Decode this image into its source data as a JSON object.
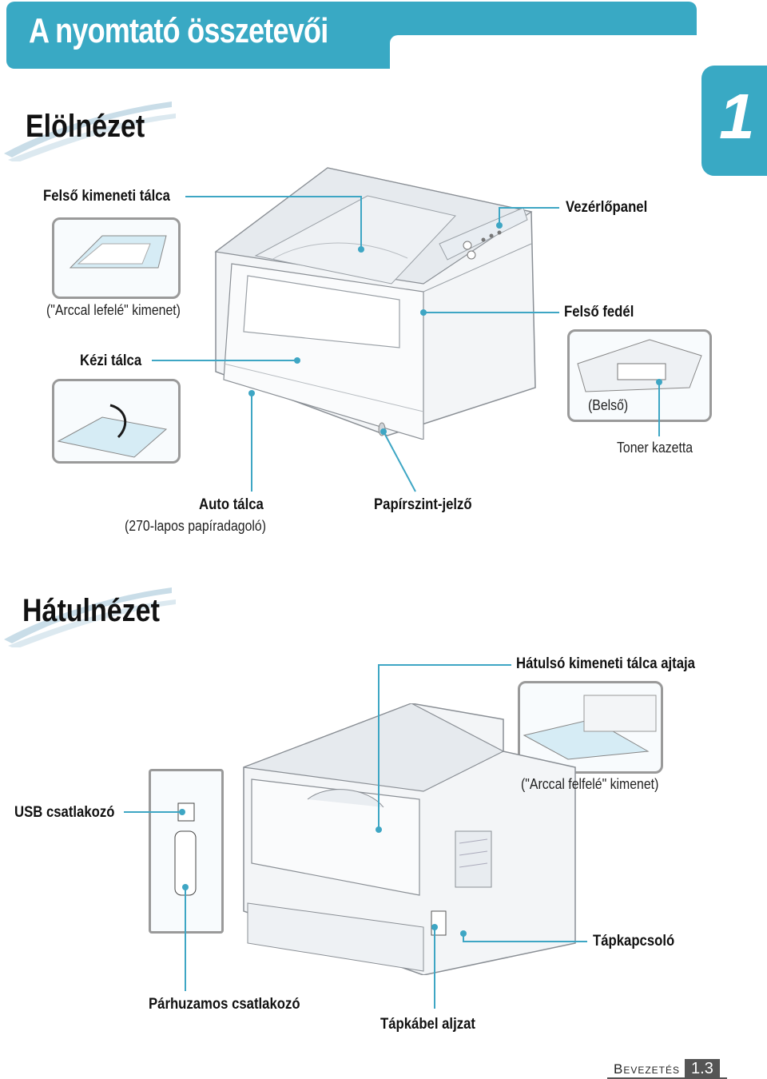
{
  "header": {
    "title": "A nyomtató összetevői",
    "chapter": "1"
  },
  "front": {
    "title": "Elölnézet",
    "labels": {
      "top_output": "Felső kimeneti tálca",
      "top_output_sub": "(\"Arccal lefelé\" kimenet)",
      "control_panel": "Vezérlőpanel",
      "top_cover": "Felső fedél",
      "manual_tray": "Kézi tálca",
      "inside": "(Belső)",
      "toner": "Toner kazetta",
      "auto_tray": "Auto tálca",
      "auto_tray_sub": "(270-lapos papíradagoló)",
      "paper_level": "Papírszint-jelző"
    }
  },
  "rear": {
    "title": "Hátulnézet",
    "labels": {
      "rear_door": "Hátulsó kimeneti tálca ajtaja",
      "rear_door_sub": "(\"Arccal felfelé\" kimenet)",
      "usb": "USB csatlakozó",
      "power_switch": "Tápkapcsoló",
      "parallel": "Párhuzamos csatlakozó",
      "power_socket": "Tápkábel aljzat"
    }
  },
  "footer": {
    "section": "Bevezetés",
    "page": "1.3"
  },
  "colors": {
    "accent": "#39a9c4",
    "callout": "#3ea6c4"
  }
}
